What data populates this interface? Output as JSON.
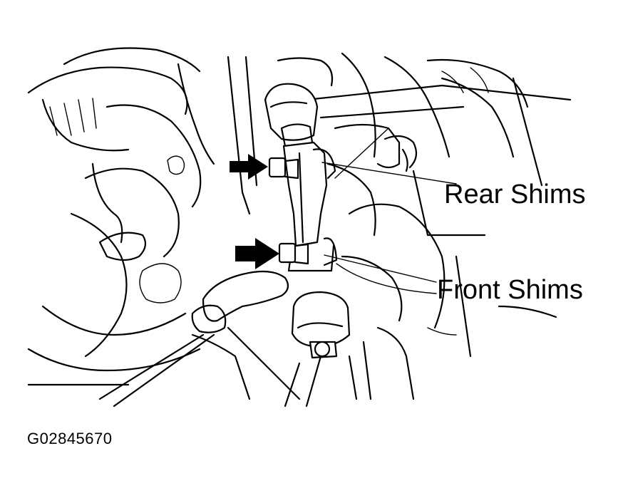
{
  "labels": {
    "rear_shims": "Rear Shims",
    "front_shims": "Front Shims"
  },
  "figure_id": "G02845670",
  "colors": {
    "ink": "#000000",
    "background": "#ffffff"
  }
}
